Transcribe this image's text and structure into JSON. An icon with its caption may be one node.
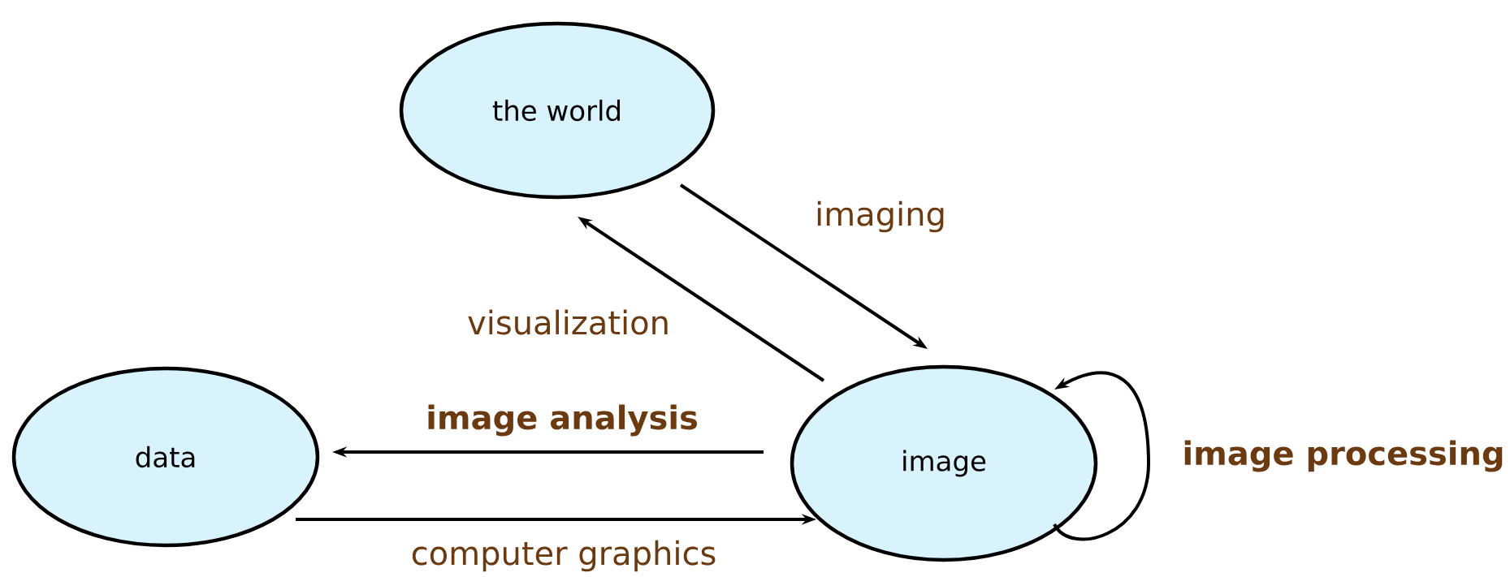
{
  "diagram": {
    "nodes": [
      {
        "text": [
          "the world"
        ]
      },
      {
        "text": [
          "data"
        ]
      },
      {
        "text": [
          "image"
        ]
      }
    ],
    "edges": [
      {
        "from": 0,
        "to": 2,
        "arrow": "to",
        "label": "imaging"
      },
      {
        "from": 2,
        "to": 0,
        "arrow": "to",
        "label": "visualization"
      },
      {
        "from": 2,
        "to": 1,
        "arrow": "to",
        "label": "image analysis"
      },
      {
        "from": 1,
        "to": 2,
        "arrow": "to",
        "label": "computer graphics"
      },
      {
        "from": 2,
        "to": 2,
        "arrow": "to",
        "label": "image processing"
      }
    ]
  }
}
